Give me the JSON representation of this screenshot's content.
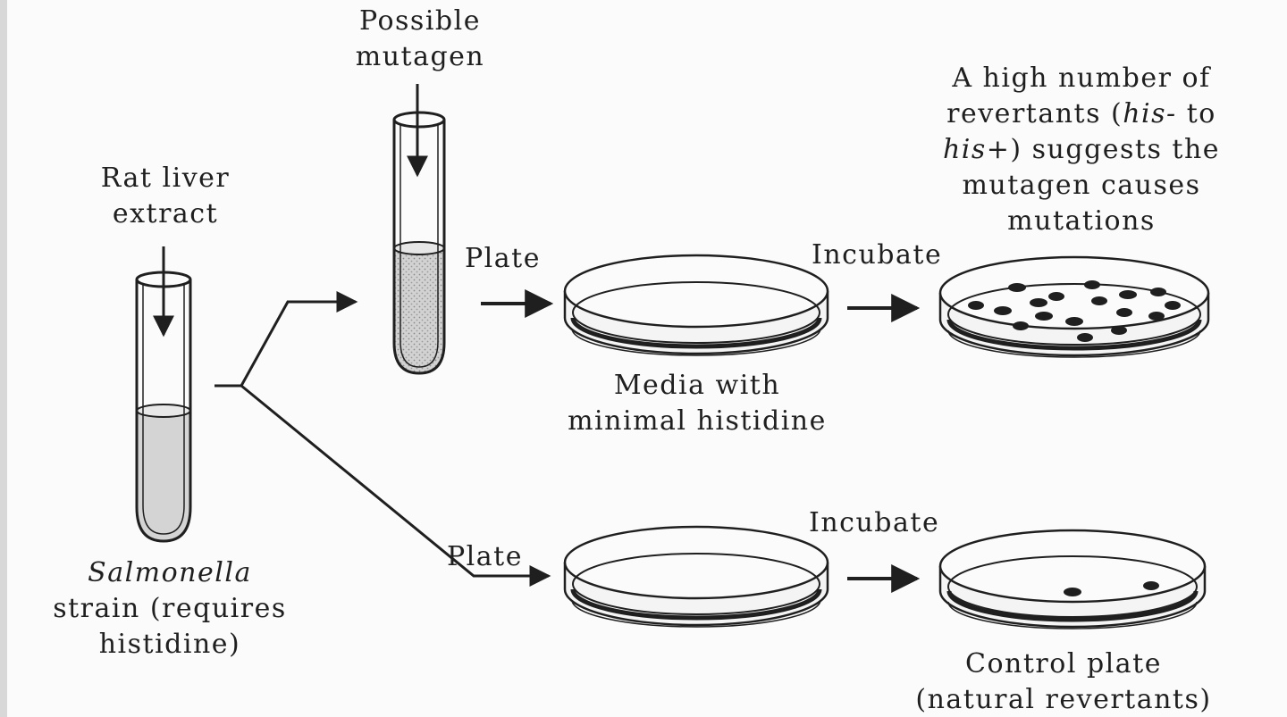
{
  "labels": {
    "rat_liver": [
      "Rat liver",
      "extract"
    ],
    "possible_mutagen": [
      "Possible",
      "mutagen"
    ],
    "plate_top": "Plate",
    "plate_bottom": "Plate",
    "incubate_top": "Incubate",
    "incubate_bottom": "Incubate",
    "media": [
      "Media with",
      "minimal histidine"
    ],
    "salmonella": {
      "species": "Salmonella",
      "line2": "strain (requires",
      "line3": "histidine)"
    },
    "result": {
      "line1": "A high number of",
      "line2_a": "revertants (",
      "line2_his_minus": "his-",
      "line2_b": " to",
      "line3_his_plus": "his+",
      "line3_b": ") suggests the",
      "line4": "mutagen causes",
      "line5": "mutations"
    },
    "control": [
      "Control plate",
      "(natural revertants)"
    ]
  },
  "colors": {
    "ink": "#1f1f1f",
    "fill": "#cfcfcf",
    "background": "#fbfbfb"
  }
}
